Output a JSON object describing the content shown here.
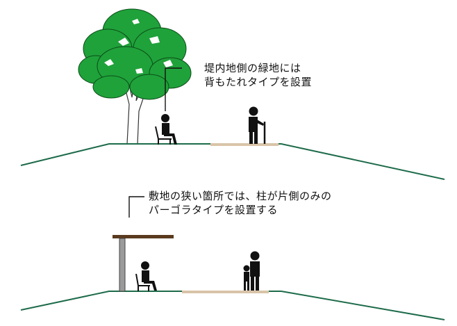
{
  "annotations": {
    "upper": {
      "line1": "堤内地側の緑地には",
      "line2": "背もたれタイプを設置"
    },
    "lower": {
      "line1": "敷地の狭い箇所では、柱が片側のみの",
      "line2": "パーゴラタイプを設置する"
    }
  },
  "colors": {
    "ground_line": "#1d6b4a",
    "path": "#d9c4a8",
    "tree_foliage": "#1fa23a",
    "tree_trunk": "#ffffff",
    "pergola_roof": "#5a3a1e",
    "pergola_post": "#9a9a9a",
    "figure": "#111111"
  }
}
